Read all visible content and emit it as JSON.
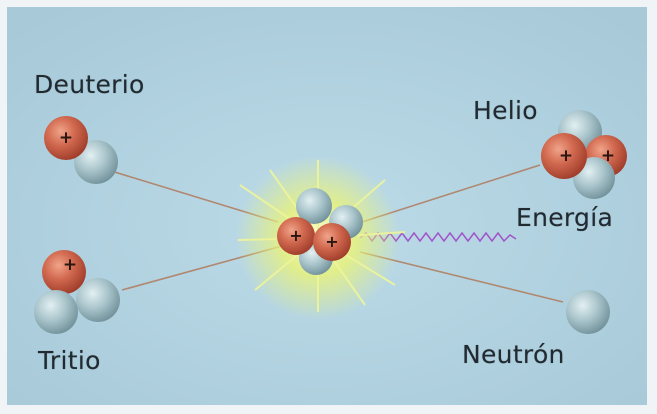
{
  "labels": {
    "deuterium": "Deuterio",
    "tritium": "Tritio",
    "helium": "Helio",
    "energy": "Energía",
    "neutron": "Neutrón"
  },
  "particles": {
    "proton_sign": "+"
  },
  "colors": {
    "background": "#b3d4e2",
    "frame": "#f1f4f6",
    "proton": "#c65a44",
    "neutron": "#a6c0c7",
    "track": "#b07a5c",
    "energy_wave": "#a054c8",
    "flash": "#e8f27a",
    "label_text": "#202a30"
  }
}
